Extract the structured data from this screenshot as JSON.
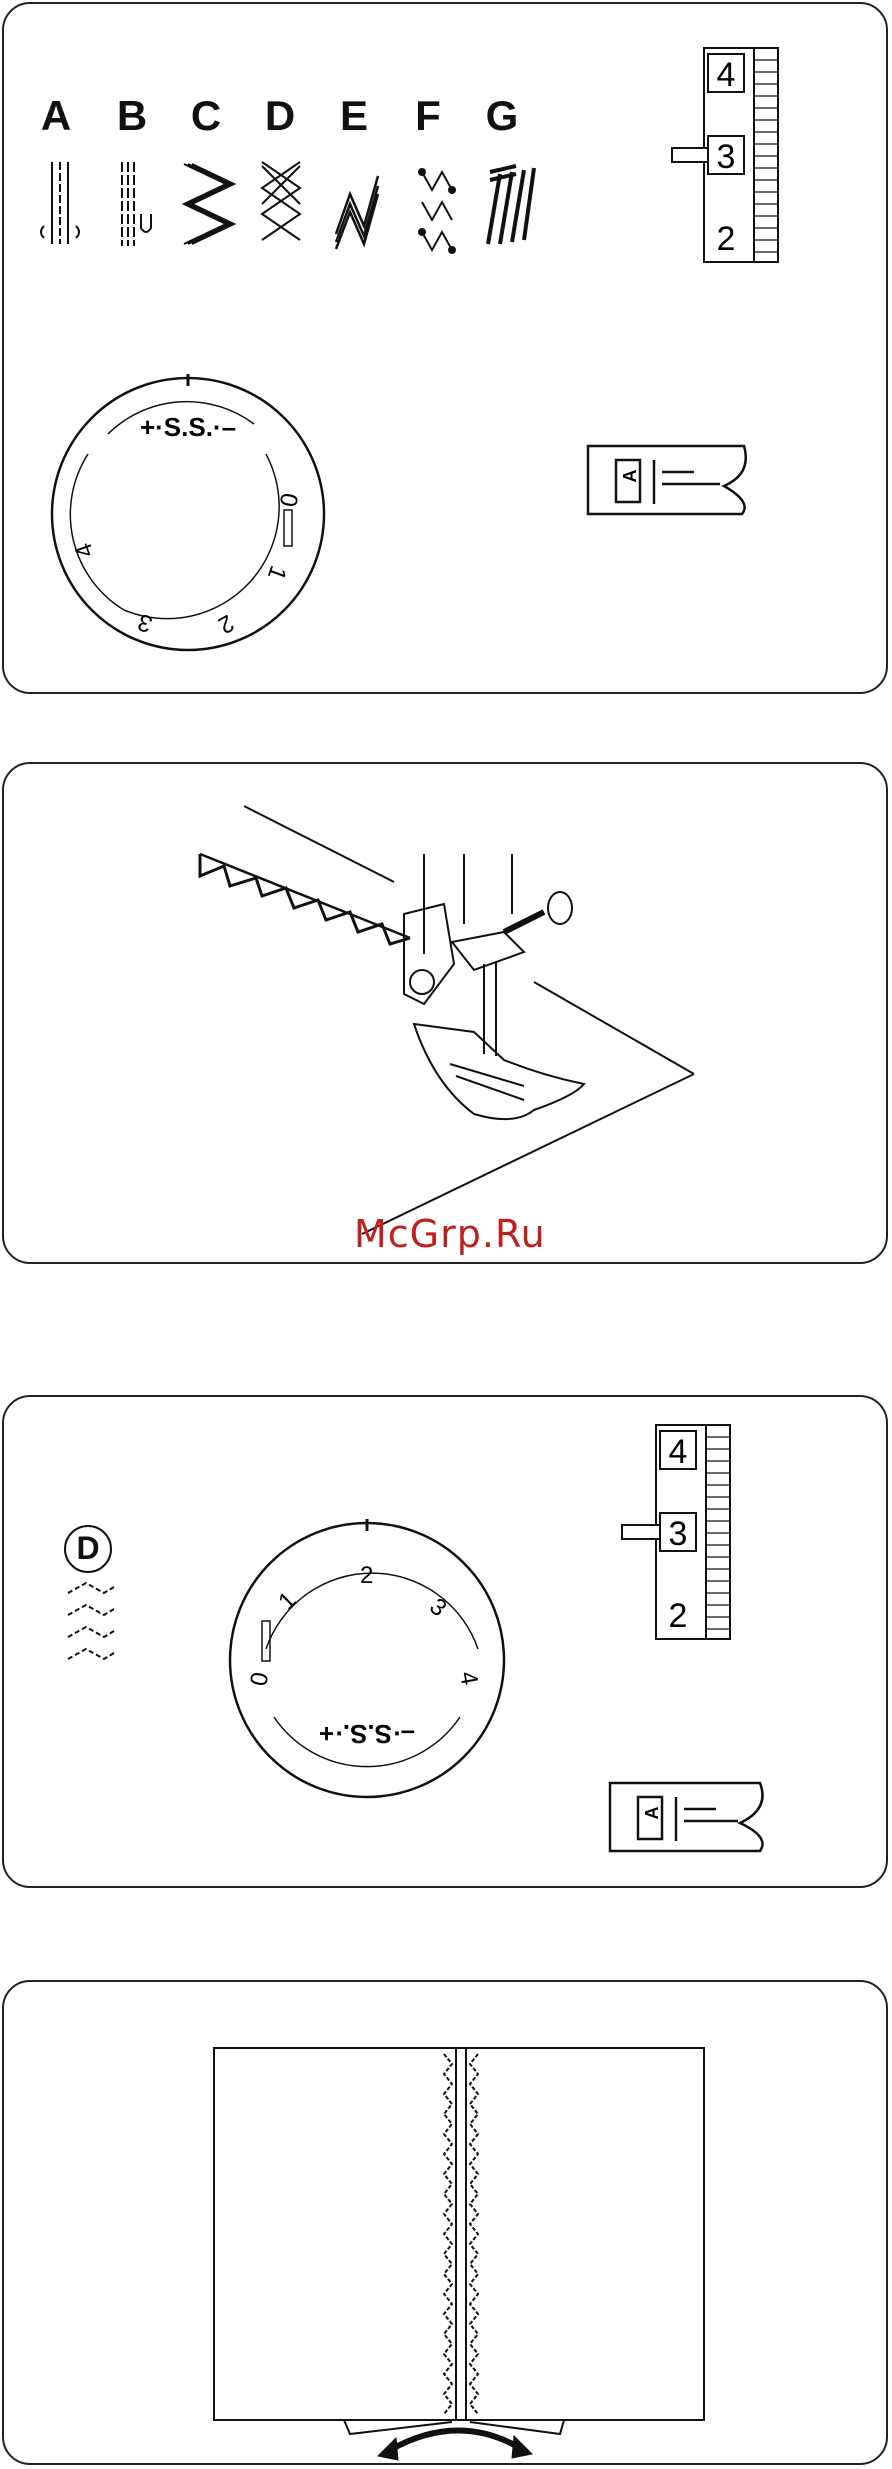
{
  "panel1": {
    "stitch_letters": [
      "A",
      "B",
      "C",
      "D",
      "E",
      "F",
      "G"
    ],
    "dial_top_label": "+·S.S.·–",
    "dial_numbers": [
      "0",
      "1",
      "2",
      "3",
      "4"
    ],
    "length_scale": [
      "4",
      "3",
      "2"
    ],
    "foot_letter": "A"
  },
  "panel2": {
    "watermark": "McGrp.Ru"
  },
  "panel3": {
    "selected_letter": "D",
    "dial_numbers": [
      "0",
      "1",
      "2",
      "3",
      "4"
    ],
    "dial_bottom_label": "–·S.S.·+",
    "length_scale": [
      "4",
      "3",
      "2"
    ],
    "foot_letter": "A"
  }
}
